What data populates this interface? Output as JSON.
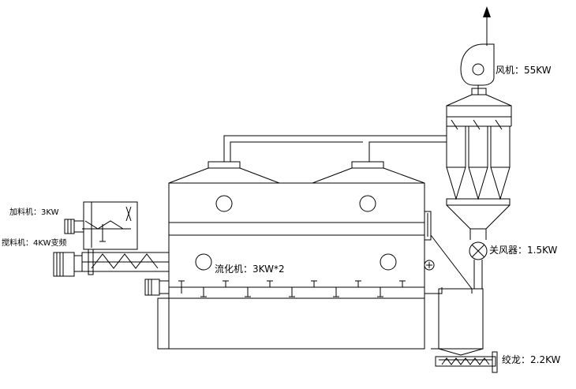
{
  "diagram": {
    "labels": {
      "fan": "风机：55KW",
      "rotary_valve": "关风器：1.5KW",
      "screw_conveyor": "绞龙：2.2KW",
      "fluidizer": "流化机：3KW*2",
      "feeder": "加料机：3KW",
      "stirrer": "搅料机：4KW变频"
    },
    "colors": {
      "line": "#000000",
      "background": "#ffffff"
    }
  }
}
